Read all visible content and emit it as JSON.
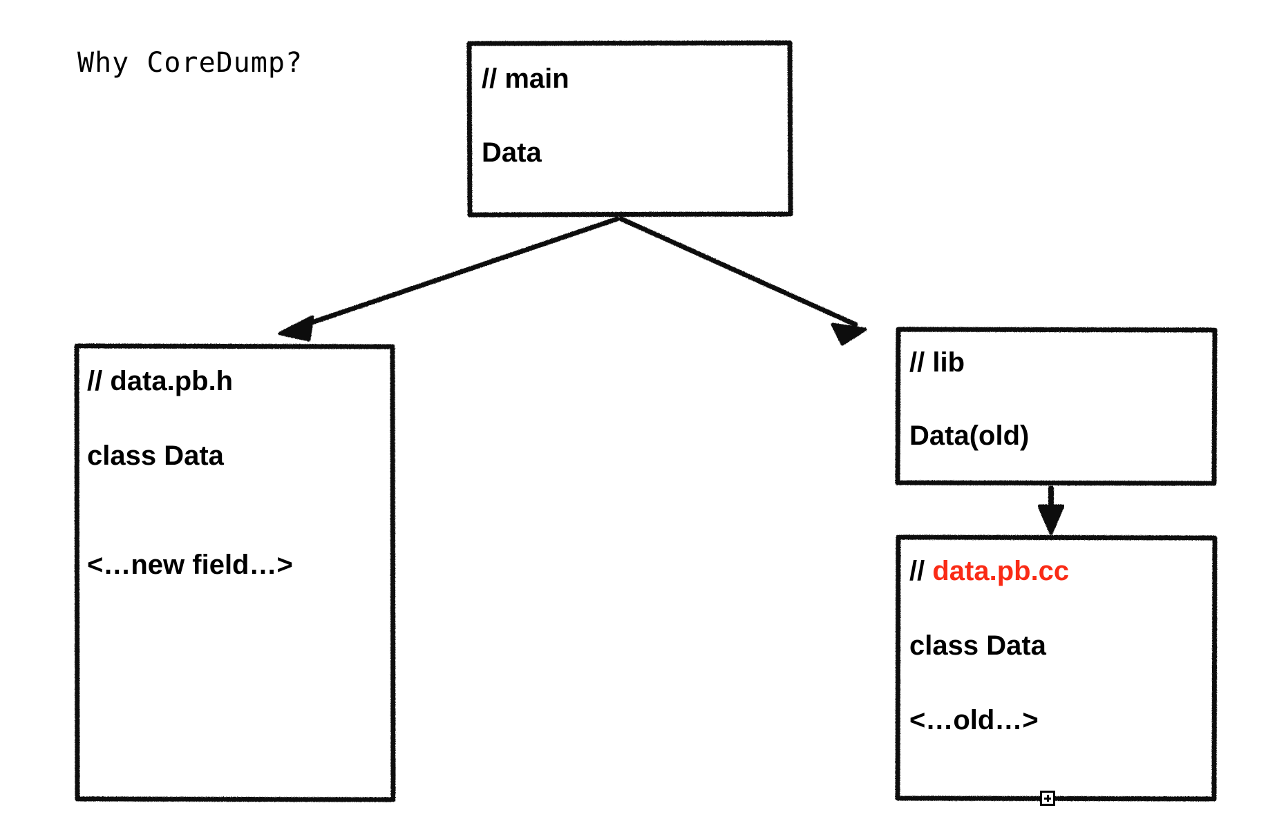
{
  "slide": {
    "title": "Why CoreDump?",
    "background_color": "#FFFFFF",
    "ink_color": "#000000",
    "highlight_color": "#FA2B16"
  },
  "boxes": {
    "main": {
      "name": "main",
      "line1": "// main",
      "line2": "Data"
    },
    "header": {
      "name": "data.pb.h",
      "line1": "// data.pb.h",
      "line2": "class Data",
      "line3": "<…new field…>"
    },
    "lib": {
      "name": "lib",
      "line1": "// lib",
      "line2": "Data(old)"
    },
    "source": {
      "name": "data.pb.cc",
      "line1_prefix": "// ",
      "line1_highlight": "data.pb.cc",
      "line2": "class Data",
      "line3": "<…old…>"
    }
  },
  "arrows": [
    {
      "name": "main-to-header",
      "from": "main",
      "to": "data.pb.h"
    },
    {
      "name": "main-to-lib",
      "from": "main",
      "to": "lib"
    },
    {
      "name": "lib-to-source",
      "from": "lib",
      "to": "data.pb.cc"
    }
  ],
  "handles": [
    {
      "name": "resize-handle-plus",
      "glyph": "+"
    }
  ]
}
